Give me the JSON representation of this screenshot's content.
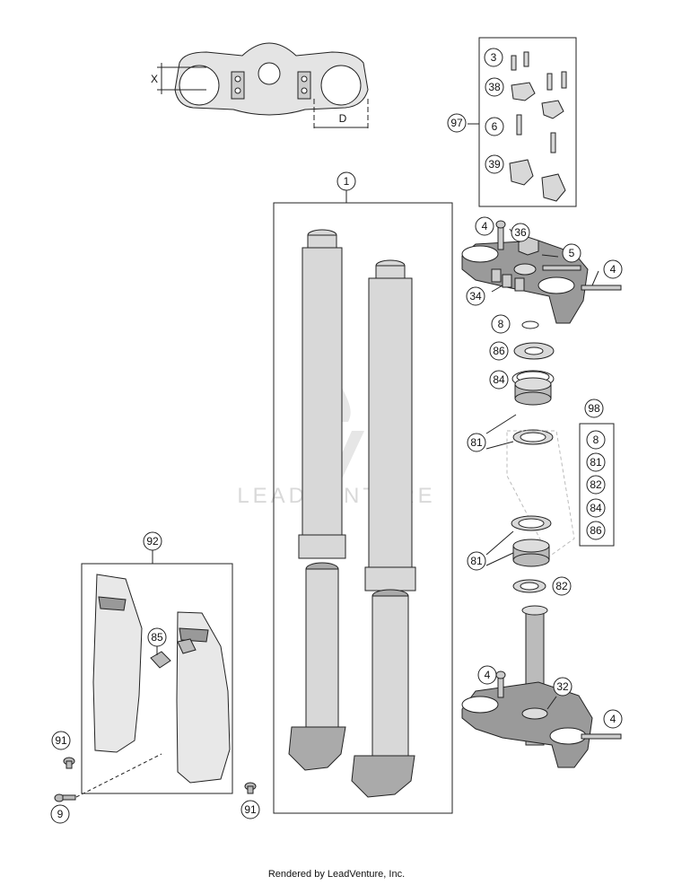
{
  "dimensions": {
    "x_label": "X",
    "d_label": "D"
  },
  "watermark": "LEADVENTURE",
  "footer": "Rendered by LeadVenture, Inc.",
  "callouts": {
    "c1": "1",
    "c3": "3",
    "c38": "38",
    "c97": "97",
    "c6": "6",
    "c39": "39",
    "c4a": "4",
    "c36": "36",
    "c5": "5",
    "c4b": "4",
    "c34": "34",
    "c8": "8",
    "c86": "86",
    "c84": "84",
    "c81a": "81",
    "c81b": "81",
    "c82": "82",
    "c98": "98",
    "k8": "8",
    "k81": "81",
    "k82": "82",
    "k84": "84",
    "k86": "86",
    "c92": "92",
    "c85": "85",
    "c91a": "91",
    "c9": "9",
    "c91b": "91",
    "c4c": "4",
    "c32": "32",
    "c4d": "4"
  },
  "colors": {
    "line": "#222222",
    "part_fill": "#d8d8d8",
    "part_dark": "#9a9a9a",
    "watermark": "#d9d9d9"
  }
}
